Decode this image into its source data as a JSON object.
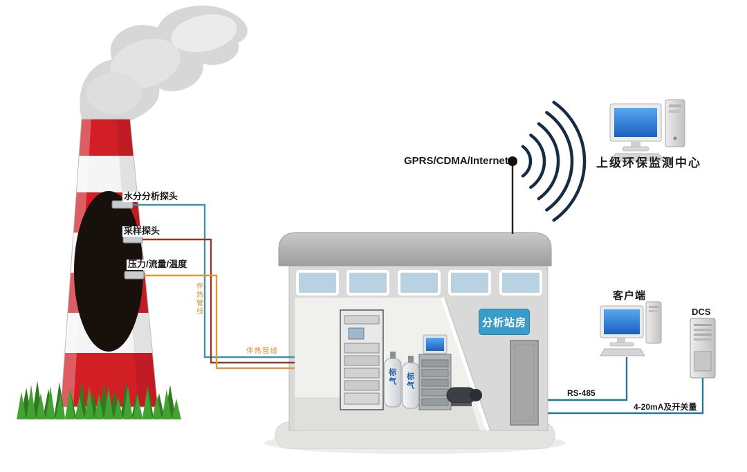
{
  "diagram": {
    "labels": {
      "moisture_probe": "水分分析探头",
      "sampling_probe": "采样探头",
      "pressure_flow_temp": "压力/流量/温度",
      "heated_line_vertical": "伴热管线",
      "heated_line_horizontal": "伴热管线",
      "network": "GPRS/CDMA/Internet",
      "monitoring_center": "上级环保监测中心",
      "station_room": "分析站房",
      "std_gas_1": "标气",
      "std_gas_2": "标气",
      "client": "客户端",
      "dcs": "DCS",
      "rs485": "RS-485",
      "analog_signal": "4-20mA及开关量"
    },
    "colors": {
      "chimney_red": "#d21f26",
      "smoke_gray": "#d7d7d7",
      "grass_green": "#43a232",
      "line_teal": "#3a93b4",
      "line_dark_red": "#93372a",
      "line_orange": "#d99a3e",
      "wifi_navy": "#152c43",
      "screen_blue": "#2e7fd9",
      "badge_blue": "#3a9cc8",
      "signal_line": "#1d7a9c"
    }
  }
}
